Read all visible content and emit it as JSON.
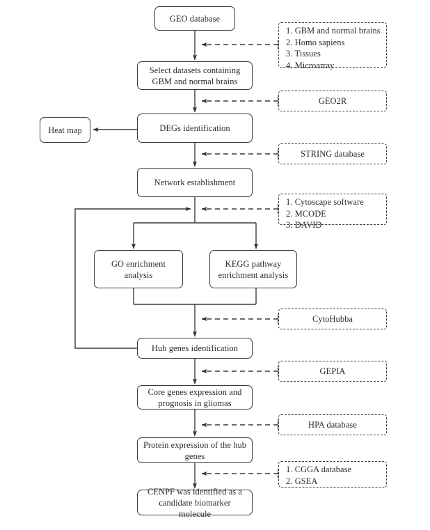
{
  "diagram": {
    "title": "GBM bioinformatics analysis workflow",
    "stroke_color": "#3a3a3a",
    "text_color": "#2b2b2b",
    "background": "#ffffff"
  },
  "nodes": {
    "geo_database": "GEO database",
    "select_datasets": "Select datasets containing\nGBM and normal brains",
    "degs_identification": "DEGs identification",
    "heat_map": "Heat map",
    "network_establishment": "Network establishment",
    "go_enrichment": "GO enrichment\nanalysis",
    "kegg_pathway": "KEGG pathway\nenrichment analysis",
    "hub_genes": "Hub genes identification",
    "core_genes": "Core genes expression and\nprognosis in gliomas",
    "protein_expression": "Protein expression of the hub\ngenes",
    "cenpf_conclusion": "CENPF was identified as a\ncandidate biomarker molecule"
  },
  "notes": {
    "criteria": {
      "lines": [
        "1. GBM and normal brains",
        "2. Homo sapiens",
        "3. Tissues",
        "4. Microarray"
      ]
    },
    "geo2r": {
      "label": "GEO2R"
    },
    "string": {
      "label": "STRING database"
    },
    "cytoscape": {
      "lines": [
        "1. Cytoscape software",
        "2. MCODE",
        "3. DAVID"
      ]
    },
    "cytohubba": {
      "label": "CytoHubba"
    },
    "gepia": {
      "label": "GEPIA"
    },
    "hpa": {
      "label": "HPA database"
    },
    "cgga": {
      "lines": [
        "1. CGGA database",
        "2. GSEA"
      ]
    }
  }
}
